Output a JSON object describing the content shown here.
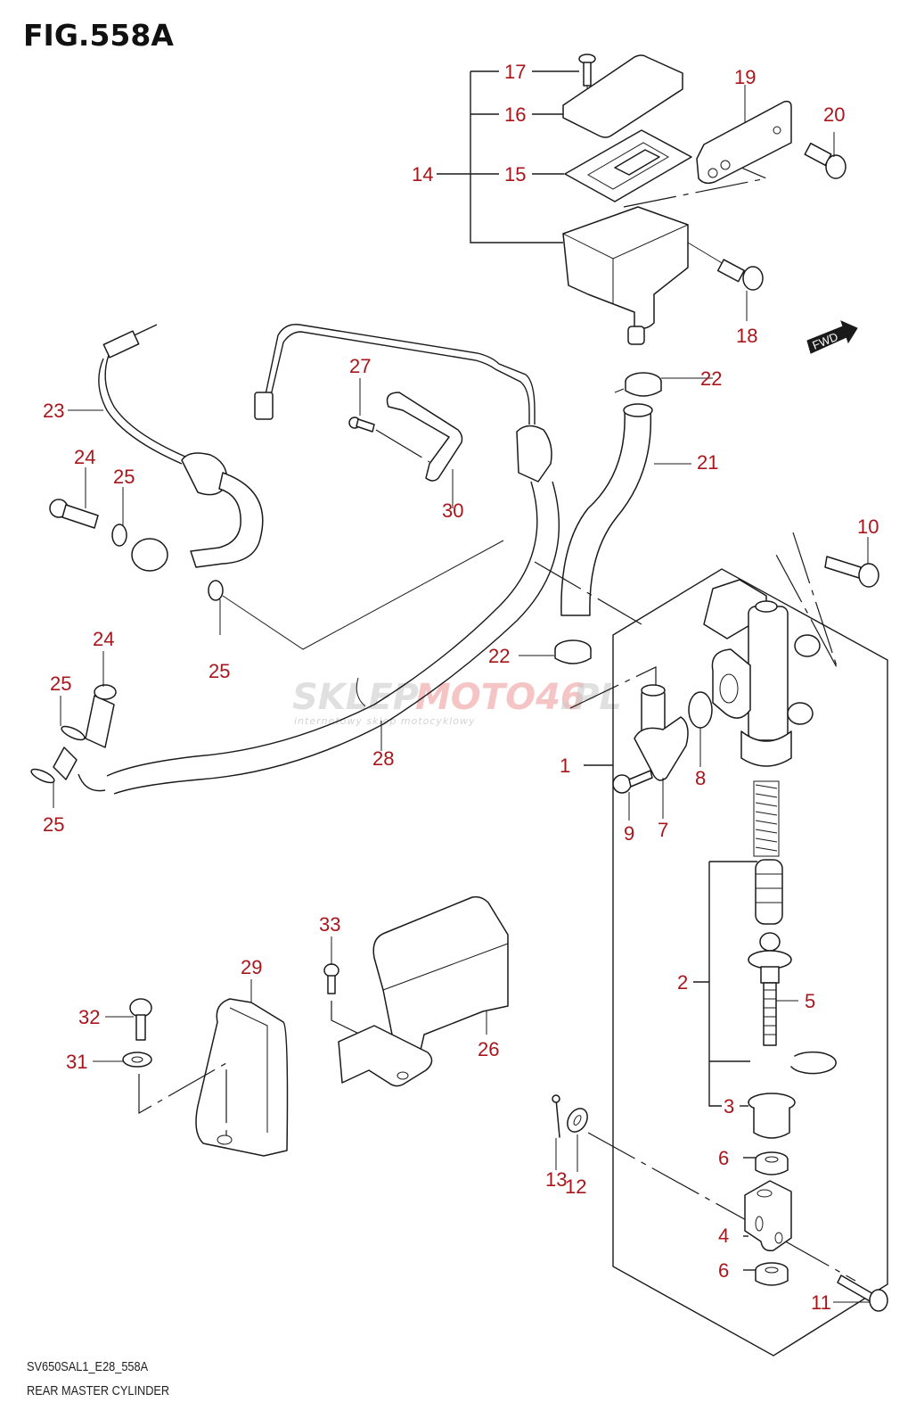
{
  "figure": {
    "title": "FIG.558A",
    "code": "SV650SAL1_E28_558A",
    "name": "REAR MASTER CYLINDER"
  },
  "direction_badge": "FWD",
  "watermark": {
    "brand_gray": "SKLEP",
    "brand_red": "MOTO46",
    "suffix": ".PL",
    "tagline": "internetowy sklep motocyklowy"
  },
  "colors": {
    "callout": "#a8161c",
    "line": "#1a1a1a"
  },
  "callouts": {
    "c1": "1",
    "c2": "2",
    "c3": "3",
    "c4": "4",
    "c5": "5",
    "c6a": "6",
    "c6b": "6",
    "c7": "7",
    "c8": "8",
    "c9": "9",
    "c10": "10",
    "c11": "11",
    "c12": "12",
    "c13": "13",
    "c14": "14",
    "c15": "15",
    "c16": "16",
    "c17": "17",
    "c18": "18",
    "c19": "19",
    "c20": "20",
    "c21": "21",
    "c22a": "22",
    "c22b": "22",
    "c23": "23",
    "c24a": "24",
    "c24b": "24",
    "c25a": "25",
    "c25b": "25",
    "c25c": "25",
    "c25d": "25",
    "c26": "26",
    "c27": "27",
    "c28": "28",
    "c29": "29",
    "c30": "30",
    "c31": "31",
    "c32": "32",
    "c33": "33"
  }
}
